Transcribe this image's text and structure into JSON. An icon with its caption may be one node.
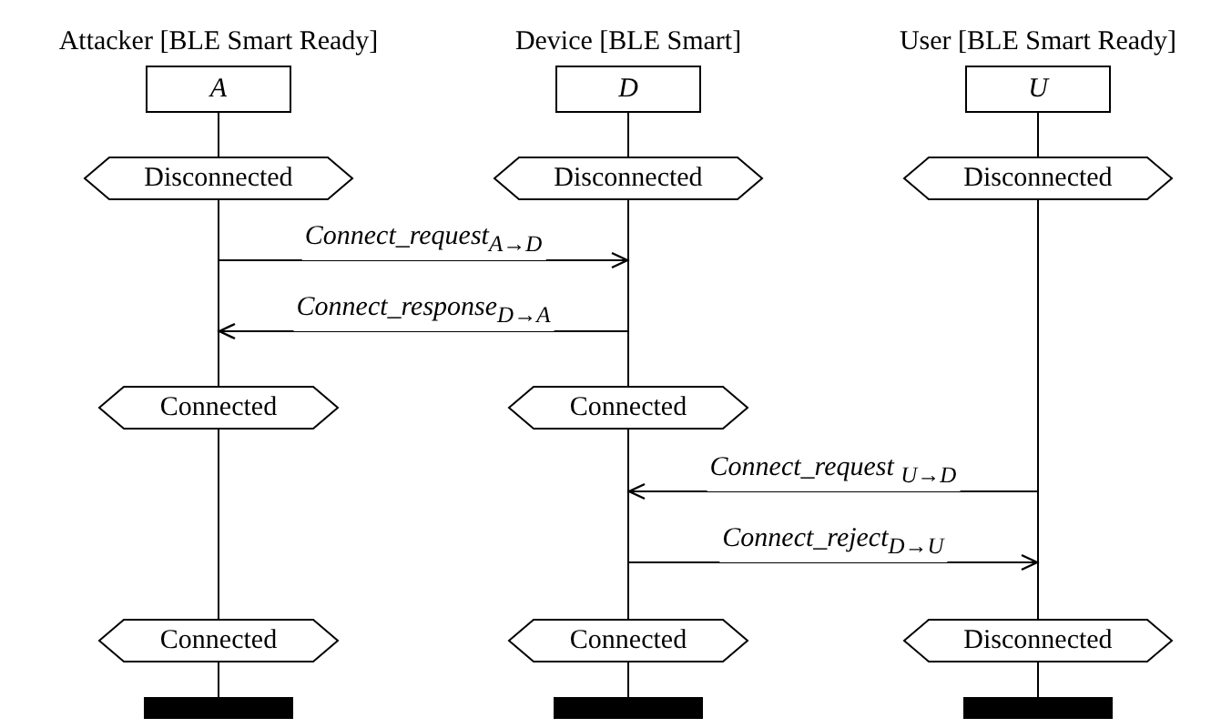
{
  "diagram": {
    "nodes": [
      {
        "text": [
          "Attacker [BLE Smart Ready]",
          "A"
        ]
      },
      {
        "text": [
          "Device [BLE Smart]",
          "D"
        ]
      },
      {
        "text": [
          "User [BLE Smart Ready]",
          "U"
        ]
      },
      {
        "text": [
          "Disconnected"
        ]
      },
      {
        "text": [
          "Disconnected"
        ]
      },
      {
        "text": [
          "Disconnected"
        ]
      },
      {
        "text": [
          "Connected"
        ]
      },
      {
        "text": [
          "Connected"
        ]
      },
      {
        "text": [
          "Connected"
        ]
      },
      {
        "text": [
          "Connected"
        ]
      },
      {
        "text": [
          "Disconnected"
        ]
      },
      {
        "text": [],
        "shape": "bar"
      },
      {
        "text": [],
        "shape": "bar"
      },
      {
        "text": [],
        "shape": "bar"
      }
    ],
    "edges": [
      {
        "from": 0,
        "to": 3,
        "arrow": "none"
      },
      {
        "from": 3,
        "to": 6,
        "arrow": "none"
      },
      {
        "from": 6,
        "to": 8,
        "arrow": "none"
      },
      {
        "from": 8,
        "to": 11,
        "arrow": "none"
      },
      {
        "from": 1,
        "to": 4,
        "arrow": "none"
      },
      {
        "from": 4,
        "to": 7,
        "arrow": "none"
      },
      {
        "from": 7,
        "to": 9,
        "arrow": "none"
      },
      {
        "from": 9,
        "to": 12,
        "arrow": "none"
      },
      {
        "from": 2,
        "to": 5,
        "arrow": "none"
      },
      {
        "from": 5,
        "to": 10,
        "arrow": "none"
      },
      {
        "from": 10,
        "to": 13,
        "arrow": "none"
      },
      {
        "from": 3,
        "to": 4,
        "arrow": "to",
        "label": "Connect_request$_{A→D}$"
      },
      {
        "from": 4,
        "to": 3,
        "arrow": "to",
        "label": "Connect_response$_{D→A}$"
      },
      {
        "from": 5,
        "to": 7,
        "arrow": "to",
        "label": "Connect_request $_{U→D}$"
      },
      {
        "from": 7,
        "to": 5,
        "arrow": "to",
        "label": "Connect_reject$_{D→U}$"
      }
    ]
  }
}
